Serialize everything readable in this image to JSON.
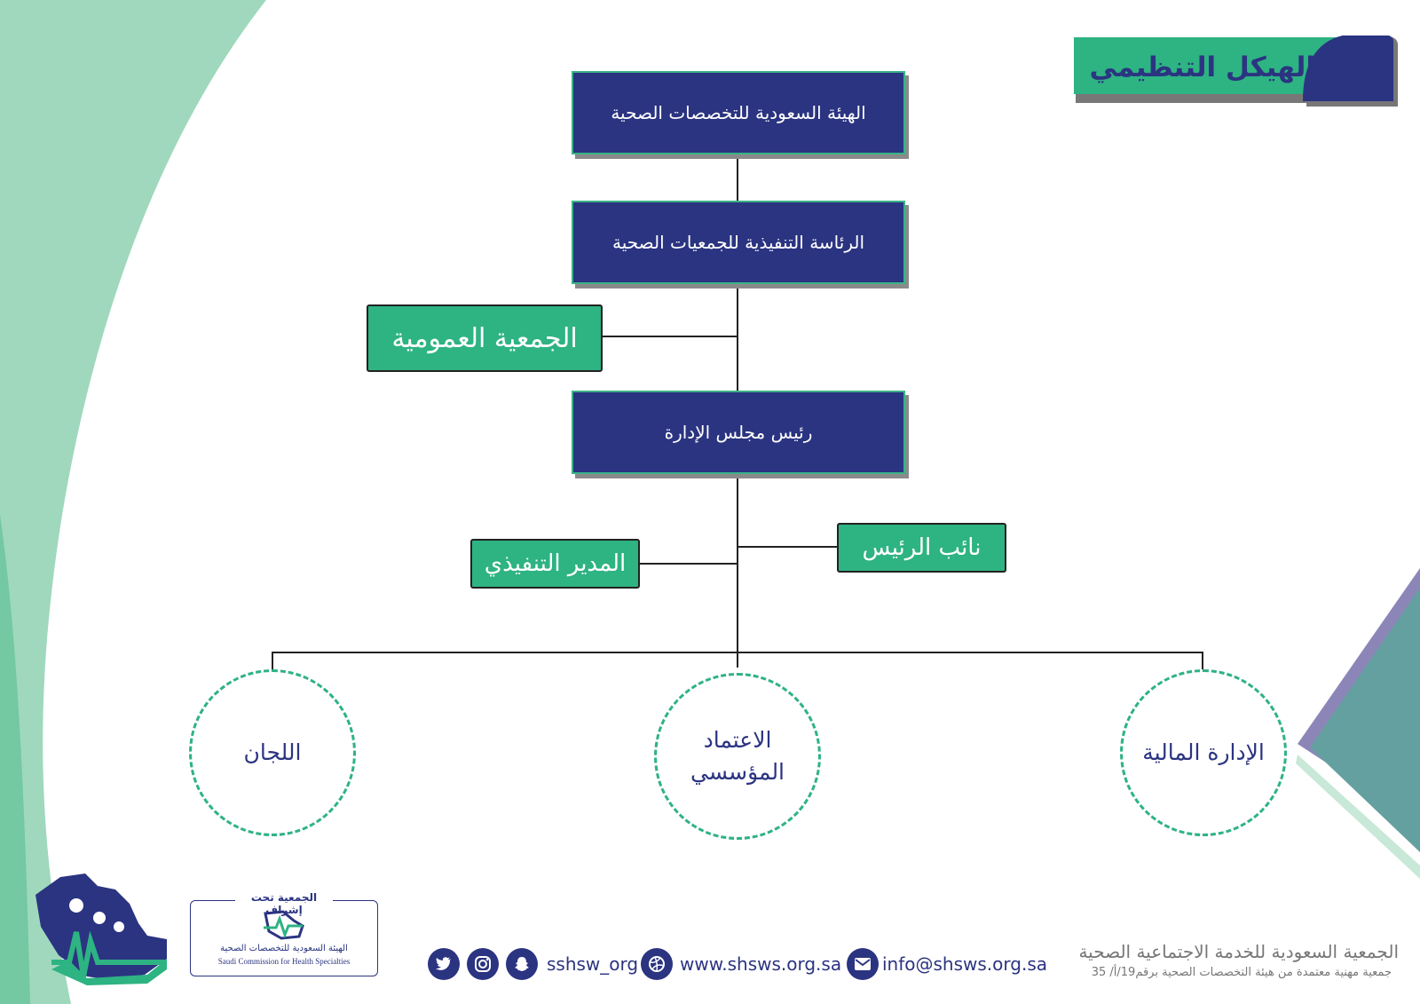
{
  "title": "الهيكل التنظيمي",
  "org": {
    "top": "الهيئة السعودية للتخصصات الصحية",
    "exec_presidency": "الرئاسة التنفيذية للجمعيات الصحية",
    "general_assembly": "الجمعية العمومية",
    "board_chairman": "رئيس مجلس الإدارة",
    "vice_president": "نائب الرئيس",
    "executive_director": "المدير التنفيذي",
    "departments": {
      "committees": "اللجان",
      "accreditation_line1": "الاعتماد",
      "accreditation_line2": "المؤسسي",
      "finance": "الإدارة المالية"
    }
  },
  "footer": {
    "supervision_label": "الجمعية تحت إشراف",
    "scfhs_ar": "الهيئة السعودية للتخصصات الصحية",
    "scfhs_en": "Saudi Commission for Health Specialties",
    "social_handle": "sshsw_org",
    "website": "www.shsws.org.sa",
    "email": "info@shsws.org.sa",
    "org_name": "الجمعية السعودية للخدمة الاجتماعية الصحية",
    "accreditation_note": "جمعية مهنية معتمدة من هيئة التخصصات الصحية برقم19/أ/ 35"
  },
  "icons": {
    "twitter": "twitter-icon",
    "instagram": "instagram-icon",
    "snapchat": "snapchat-icon",
    "web": "globe-icon",
    "mail": "mail-icon"
  },
  "colors": {
    "navy": "#2b3481",
    "green": "#2eb383",
    "light_green": "#9fd8bd",
    "teal": "#64a09f"
  }
}
